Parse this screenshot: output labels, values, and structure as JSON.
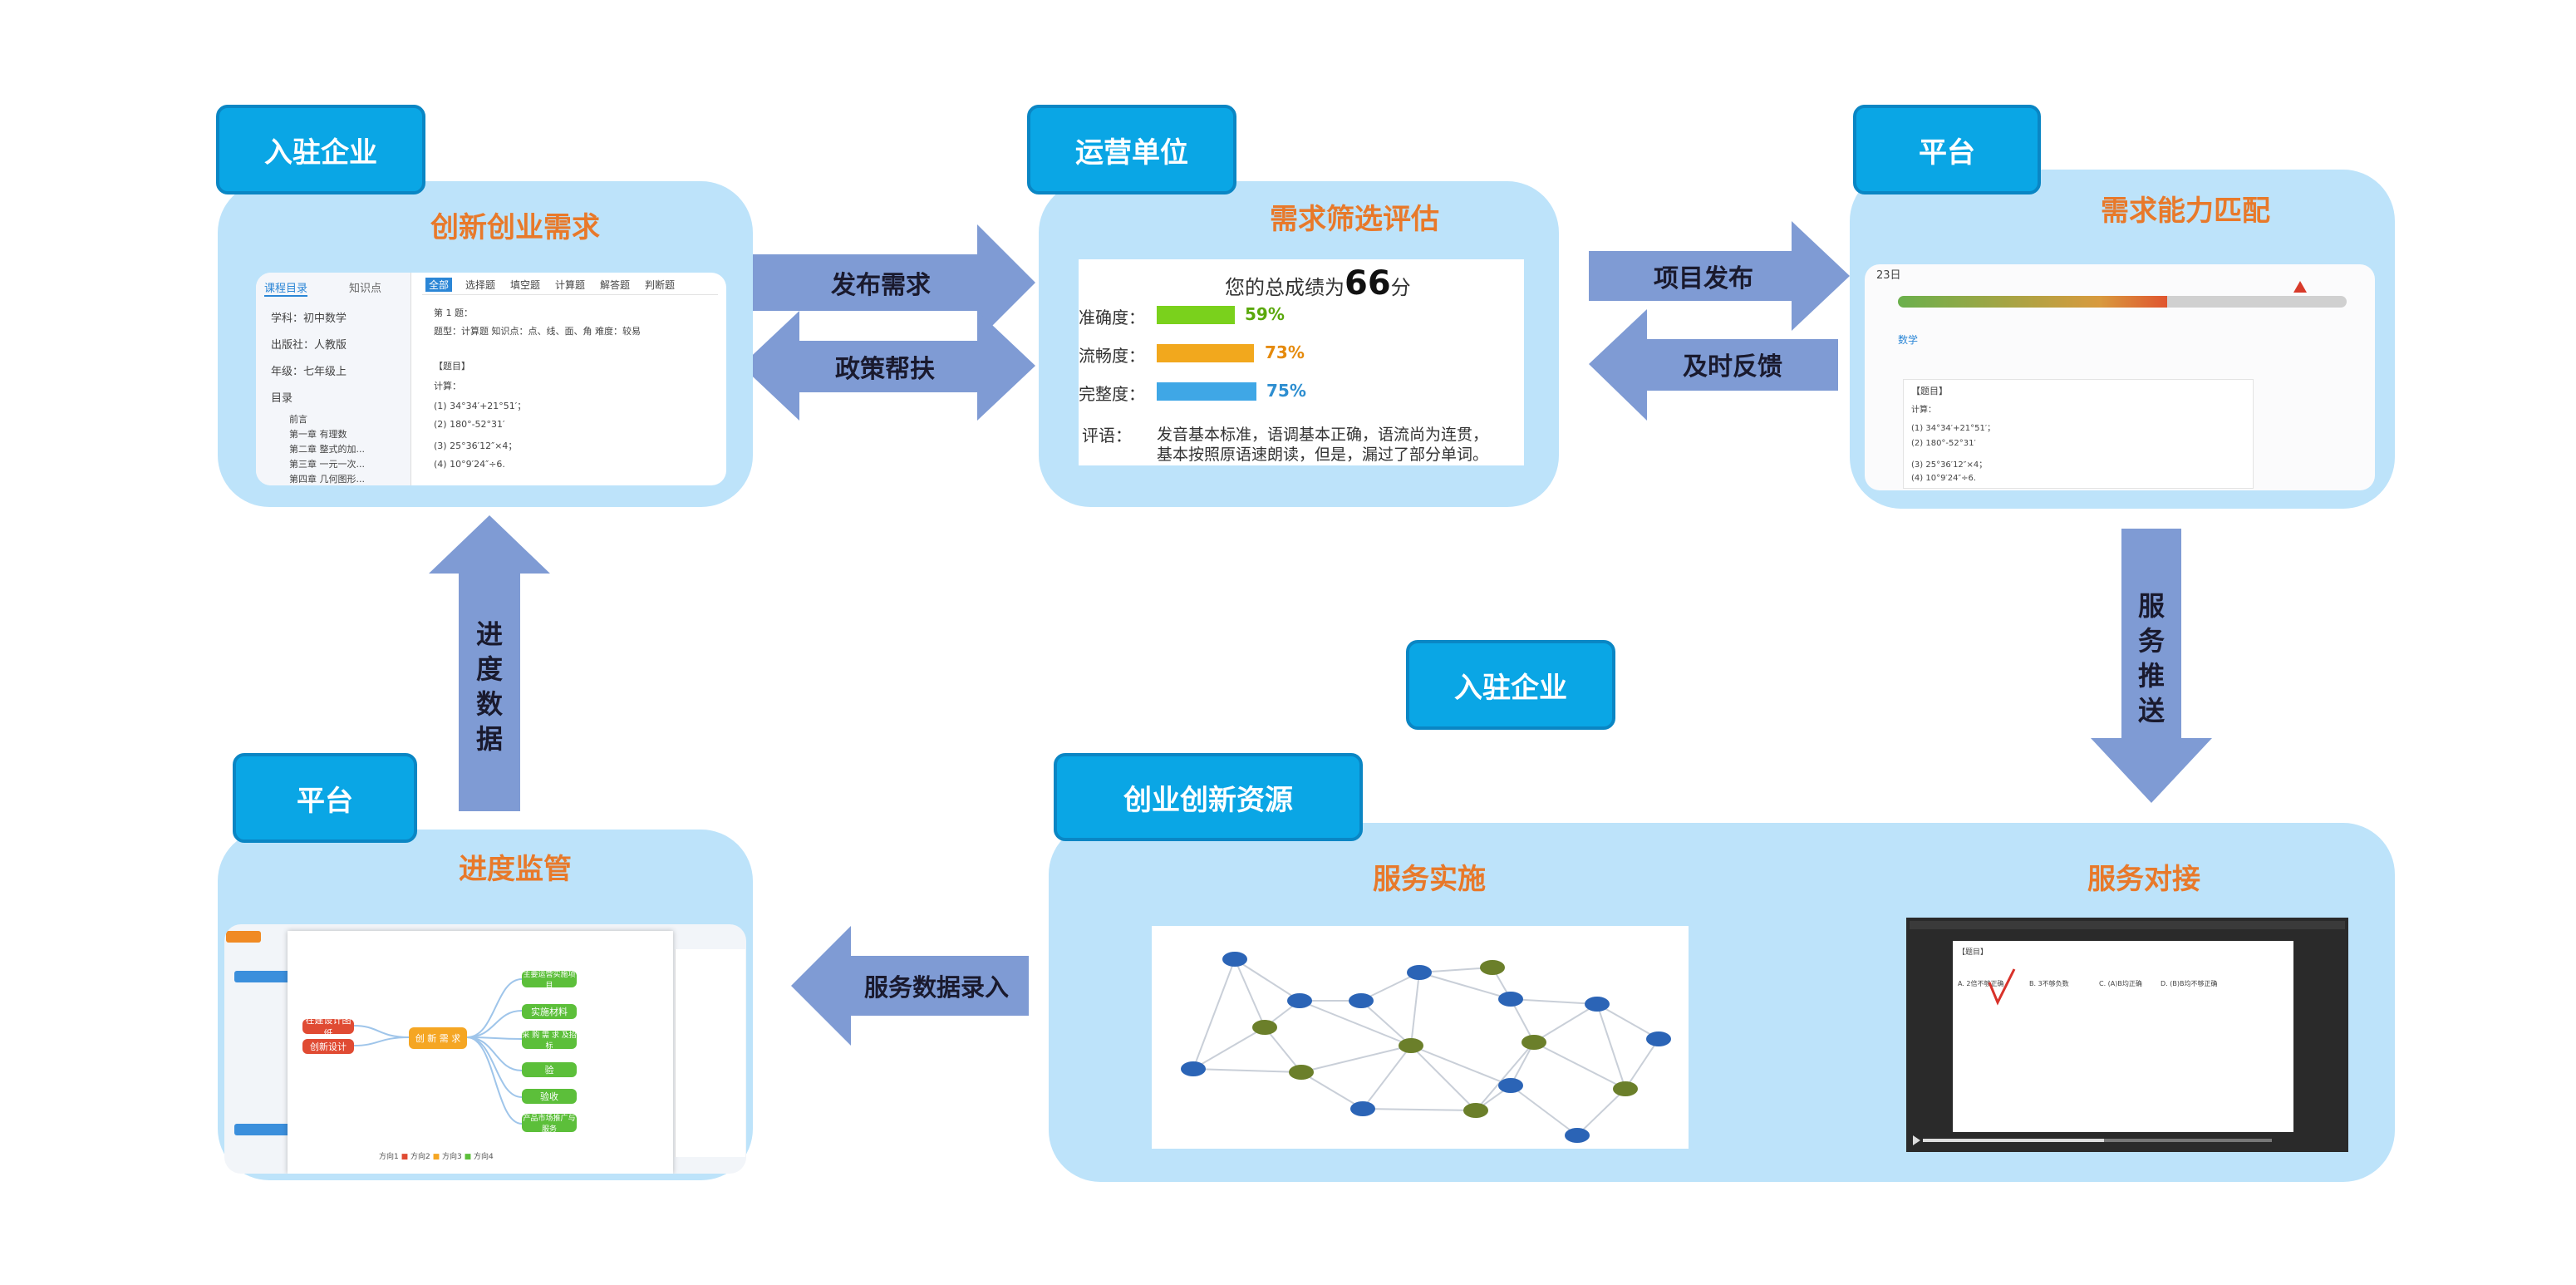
{
  "colors": {
    "panel": "#bde3fa",
    "tag": "#0aa6e5",
    "arrow": "#7f9bd4",
    "title": "#e8792a"
  },
  "tags": {
    "enterprise": "入驻企业",
    "operator": "运营单位",
    "platform_top": "平台",
    "enterprise_mid": "入驻企业",
    "resources": "创业创新资源",
    "platform_bottom": "平台"
  },
  "panels": {
    "innovation_demand": "创新创业需求",
    "demand_screening": "需求筛选评估",
    "capability_match": "需求能力匹配",
    "progress_monitor": "进度监管",
    "service_impl": "服务实施",
    "service_dock": "服务对接"
  },
  "arrows": {
    "publish_demand": "发布需求",
    "policy_support": "政策帮扶",
    "project_publish": "项目发布",
    "timely_feedback": "及时反馈",
    "service_push": "服务推送",
    "service_data_entry": "服务数据录入",
    "progress_data": "进度数据"
  },
  "demand_shot": {
    "tabs": [
      "课程目录",
      "知识点"
    ],
    "filters": [
      "学科：初中数学",
      "出版社：人教版",
      "年级：七年级上",
      "目录"
    ],
    "tree": [
      "前言",
      "第一章 有理数",
      "第二章 整式的加...",
      "第三章 一元一次...",
      "第四章 几何图形..."
    ],
    "top_tabs": [
      "全部",
      "选择题",
      "填空题",
      "计算题",
      "解答题",
      "判断题"
    ],
    "q_title": "第 1 题：",
    "q_meta": "题型：计算题  知识点：点、线、面、角  难度：较易",
    "q_section": "【题目】",
    "q_lines": [
      "计算：",
      "(1) 34°34′+21°51′；",
      "(2) 180°-52°31′",
      "(3) 25°36′12″×4；",
      "(4) 10°9′24″÷6."
    ]
  },
  "score_shot": {
    "total_prefix": "您的总成绩为",
    "total_score": "66",
    "total_suffix": "分",
    "bars": [
      {
        "label": "准确度：",
        "pct": "59%",
        "value": 59,
        "color": "#7ad11c"
      },
      {
        "label": "流畅度：",
        "pct": "73%",
        "value": 73,
        "color": "#f2a81d"
      },
      {
        "label": "完整度：",
        "pct": "75%",
        "value": 75,
        "color": "#3fa7e6"
      }
    ],
    "comment_label": "评语：",
    "comment_line1": "发音基本标准，语调基本正确，语流尚为连贯，",
    "comment_line2": "基本按照原语速朗读，但是，漏过了部分单词。"
  },
  "match_shot": {
    "date": "23日",
    "subject": "数学",
    "q_section": "【题目】",
    "q_lines": [
      "计算：",
      "(1) 34°34′+21°51′；",
      "(2) 180°-52°31′",
      "(3) 25°36′12″×4；",
      "(4) 10°9′24″÷6."
    ]
  },
  "monitor_shot": {
    "left_nodes": [
      "在建设计图纸",
      "创新设计"
    ],
    "center_node": "创 新 需 求",
    "right_nodes": [
      "主要运营实施项目",
      "实施材料",
      "采 购 需 求 及招标",
      "验",
      "验收",
      "产品市场推广与服务"
    ],
    "legend": [
      "方向1",
      "方向2",
      "方向3",
      "方向4"
    ]
  },
  "dock_shot": {
    "q_section": "【题目】",
    "options": [
      "A. 2倍不够正确",
      "B. 3不够负数",
      "C. (A)B均正确",
      "D. (B)B均不够正确"
    ]
  }
}
